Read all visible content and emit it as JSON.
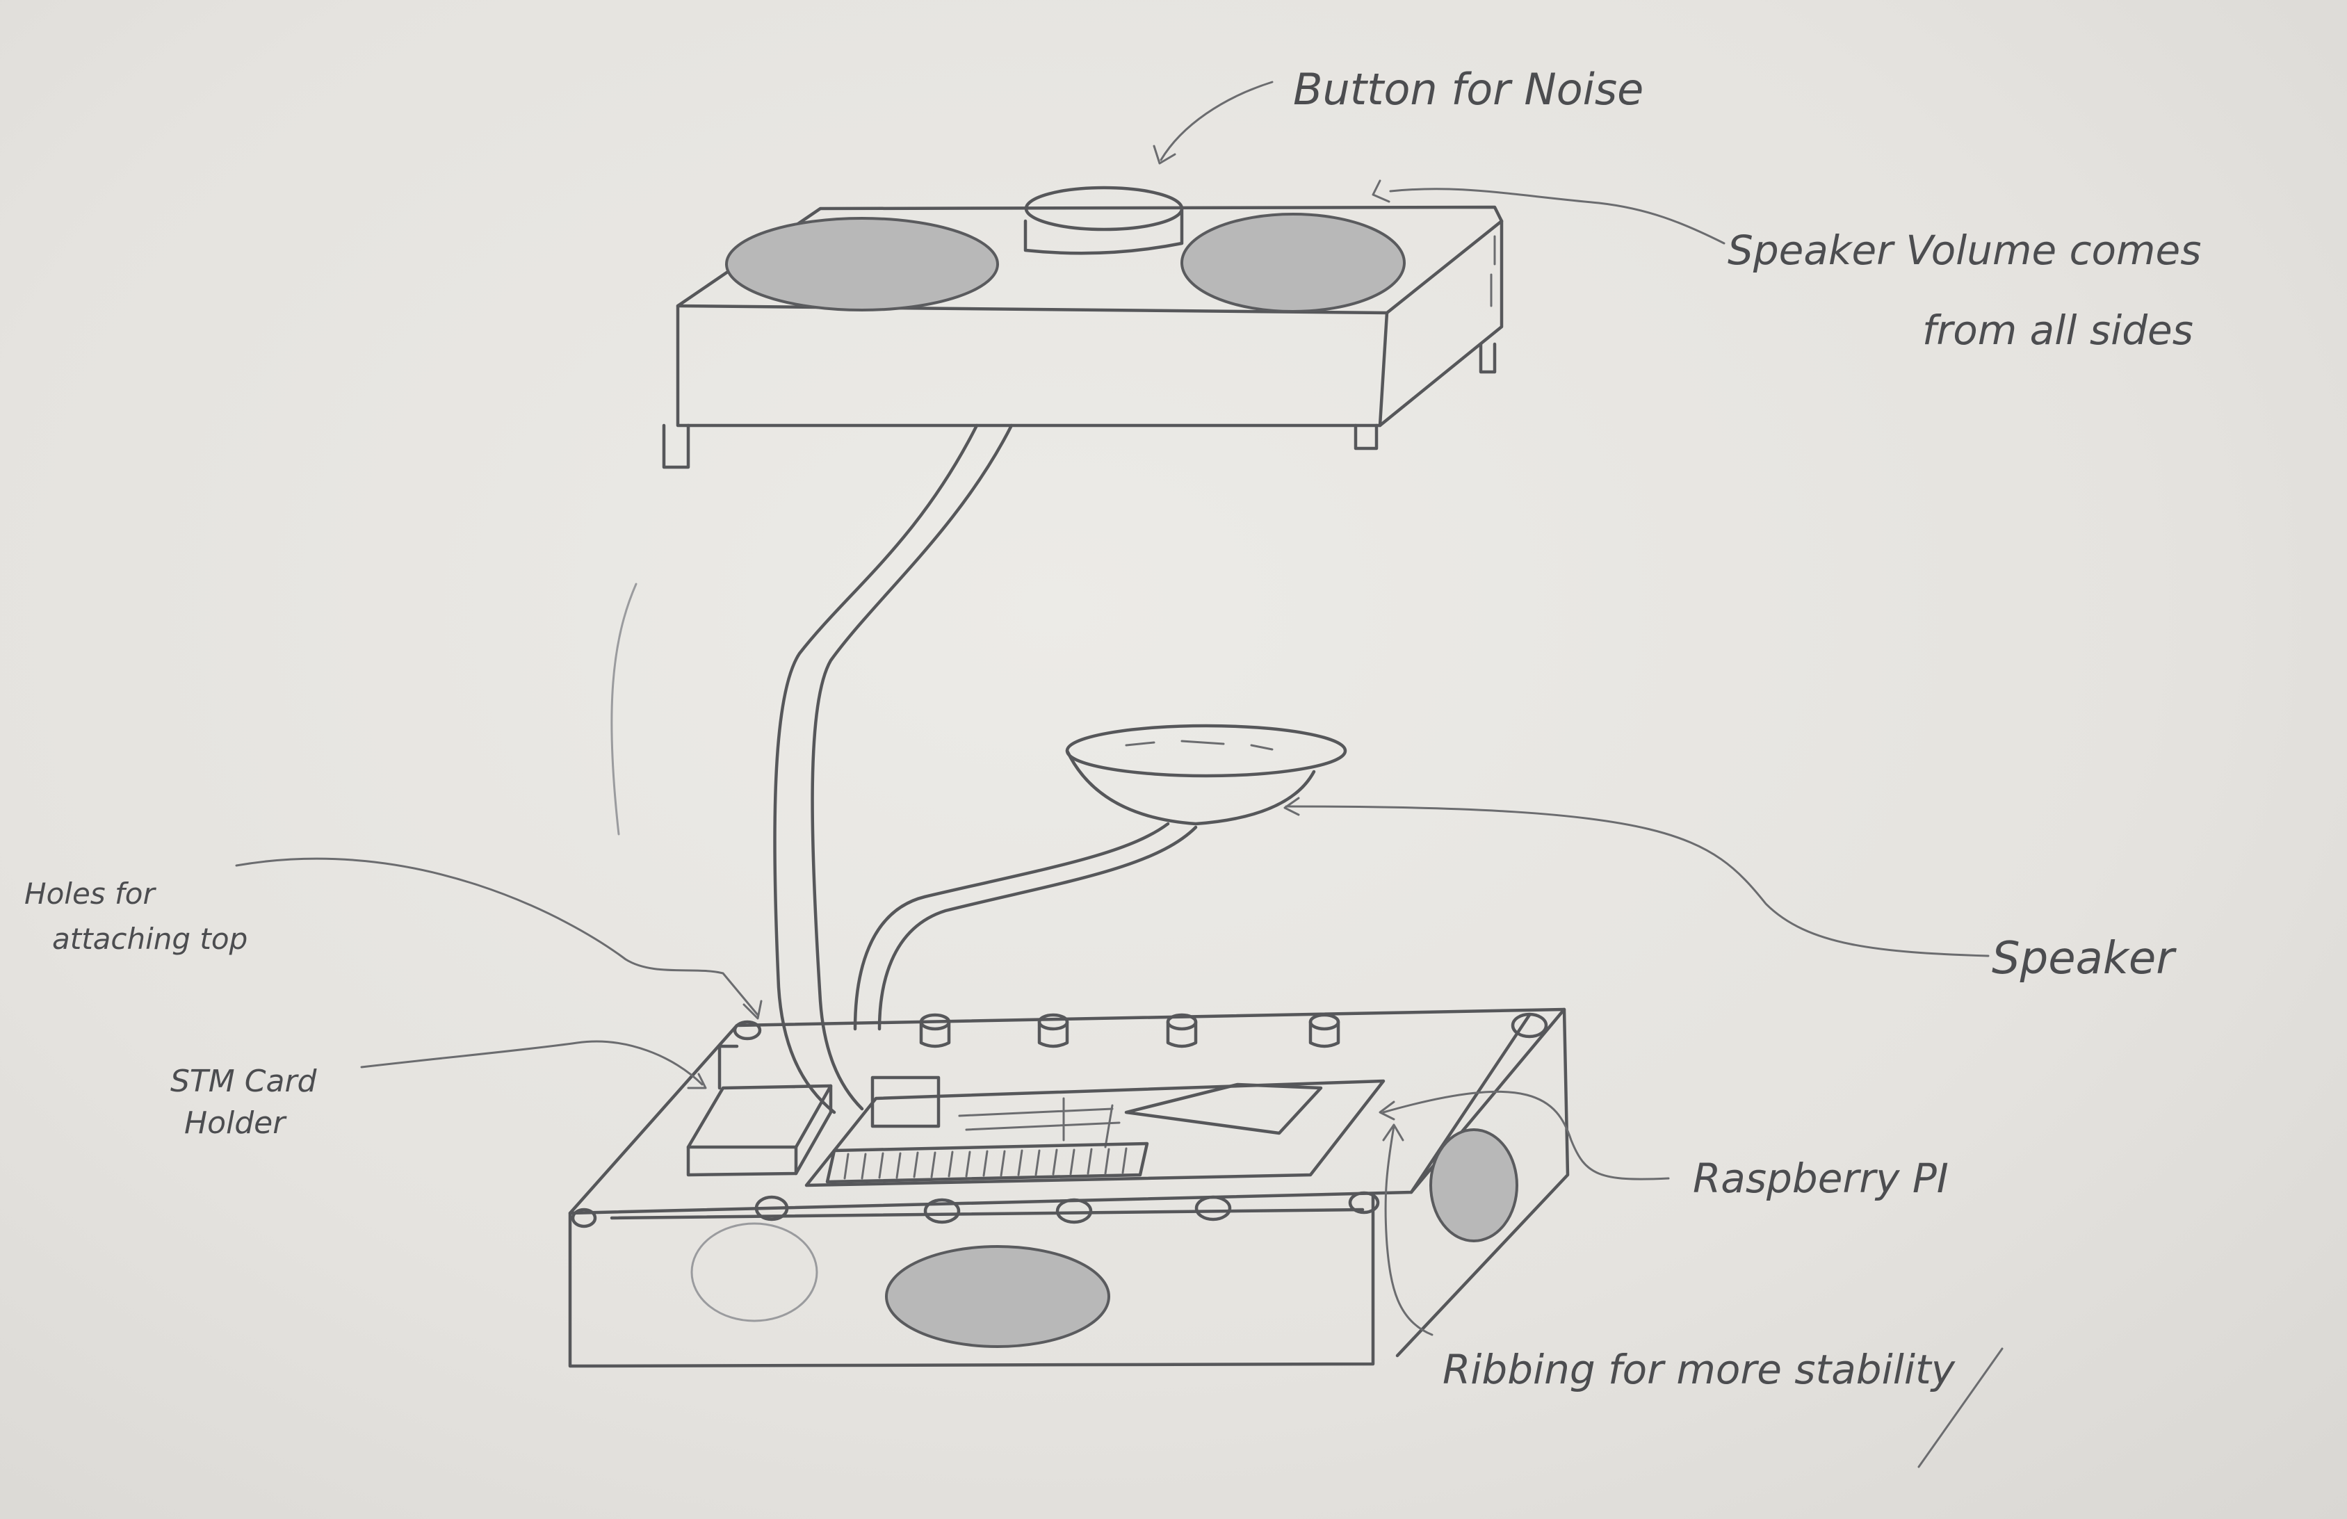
{
  "labels": {
    "button": "Button for Noise",
    "speaker_volume_line1": "Speaker Volume comes",
    "speaker_volume_line2": "from all sides",
    "holes_line1": "Holes for",
    "holes_line2": "attaching top",
    "speaker": "Speaker",
    "stm_line1": "STM Card",
    "stm_line2": "Holder",
    "raspberry": "Raspberry PI",
    "ribbing": "Ribbing for more stability"
  },
  "colors": {
    "paper": "#e7e5e1",
    "pencil": "#56575a"
  }
}
